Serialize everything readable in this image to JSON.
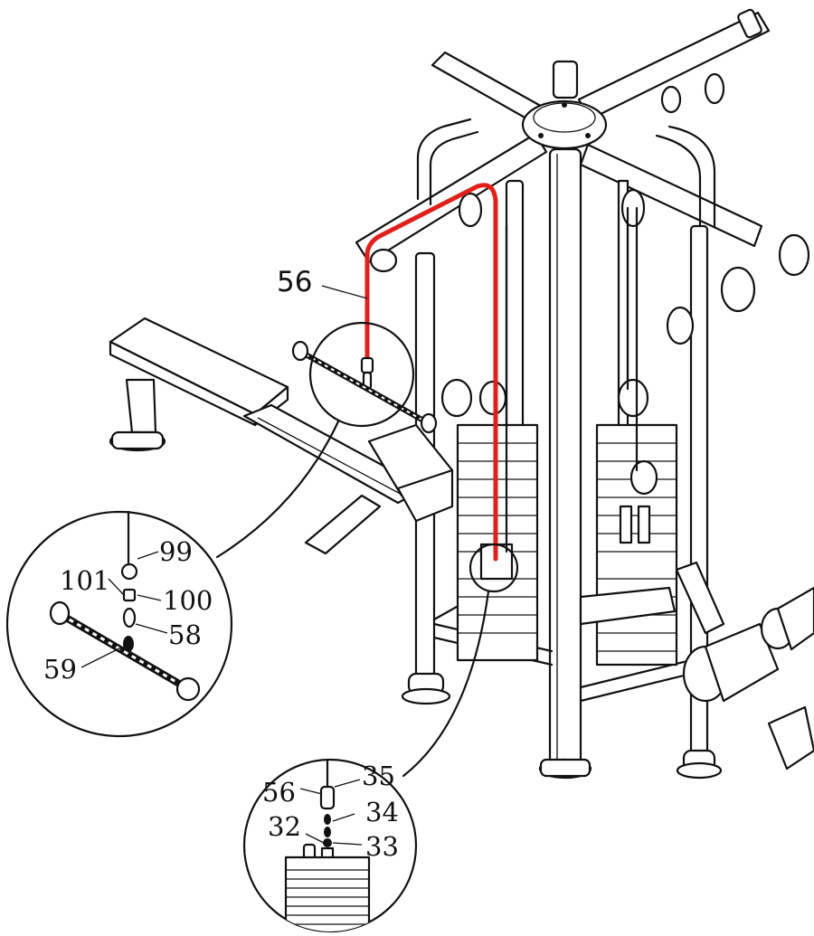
{
  "callouts": {
    "main": {
      "part": "56"
    },
    "detail_handle": {
      "labels": [
        "99",
        "101",
        "100",
        "58",
        "59"
      ]
    },
    "detail_weight": {
      "labels": [
        "56",
        "35",
        "34",
        "32",
        "33"
      ]
    }
  },
  "colors": {
    "highlight_cable": "#e0201b",
    "line": "#111111",
    "background": "#ffffff"
  }
}
